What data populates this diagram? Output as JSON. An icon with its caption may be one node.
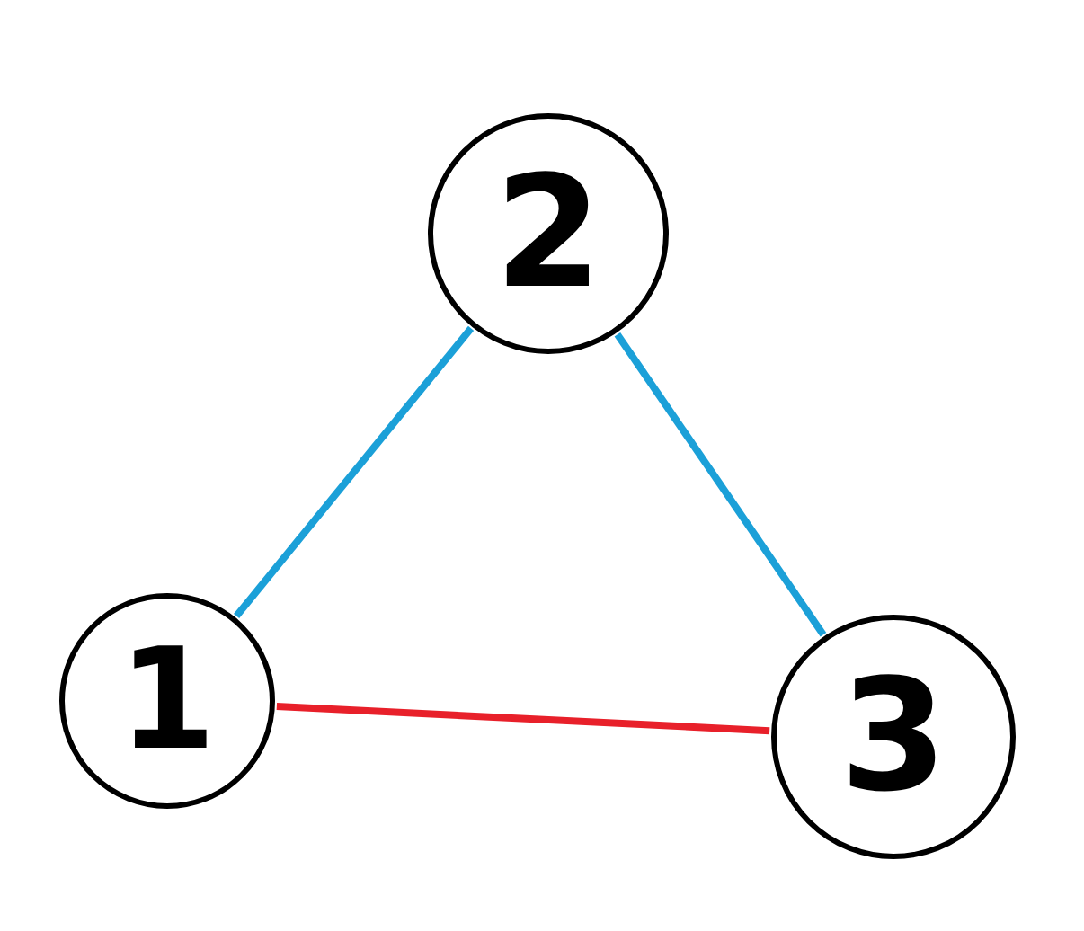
{
  "diagram": {
    "nodes": [
      {
        "text": [
          "1"
        ]
      },
      {
        "text": [
          "2"
        ]
      },
      {
        "text": [
          "3"
        ]
      }
    ],
    "edges": [
      {
        "from": 0,
        "to": 1,
        "arrow": "none"
      },
      {
        "from": 1,
        "to": 2,
        "arrow": "none"
      },
      {
        "from": 0,
        "to": 2,
        "arrow": "none",
        "color": "#e8202a"
      }
    ]
  }
}
